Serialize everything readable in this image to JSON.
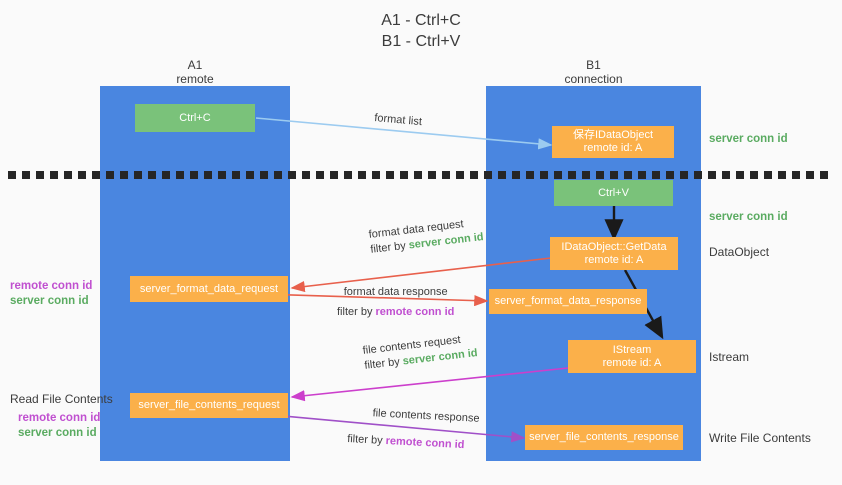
{
  "title": "A1 - Ctrl+C\nB1 - Ctrl+V",
  "lanes": [
    {
      "name": "a1",
      "header": "A1\nremote"
    },
    {
      "name": "b1",
      "header": "B1\nconnection"
    }
  ],
  "boxes": {
    "ctrl_c": {
      "line1": "Ctrl+C",
      "color": "#7ac27a"
    },
    "ctrl_v": {
      "line1": "Ctrl+V",
      "color": "#7ac27a"
    },
    "save_idataobject": {
      "line1": "保存IDataObject",
      "line2": "remote id: A",
      "color": "#fbb04a"
    },
    "getdata": {
      "line1": "IDataObject::GetData",
      "line2": "remote id: A",
      "color": "#fbb04a"
    },
    "istream": {
      "line1": "IStream",
      "line2": "remote id: A",
      "color": "#fbb04a"
    },
    "server_format_data_request": {
      "line1": "server_format_data_request",
      "color": "#fbb04a"
    },
    "server_format_data_response": {
      "line1": "server_format_data_response",
      "color": "#fbb04a"
    },
    "server_file_contents_request": {
      "line1": "server_file_contents_request",
      "color": "#fbb04a"
    },
    "server_file_contents_response": {
      "line1": "server_file_contents_response",
      "color": "#fbb04a"
    }
  },
  "right_labels": {
    "server_conn_id_top": "server conn id",
    "server_conn_id_mid": "server conn id",
    "dataobject": "DataObject",
    "istream": "Istream",
    "write_file_contents": "Write File Contents"
  },
  "left_labels": {
    "read_file_contents": "Read File Contents",
    "remote_conn_id": "remote conn id",
    "server_conn_id": "server conn id"
  },
  "flows": {
    "format_list": "format list",
    "format_data_request": "format data request",
    "format_data_request_filter_prefix": "filter by ",
    "format_data_request_filter_value": "server conn id",
    "format_data_response": "format data response",
    "format_data_response_filter_prefix": "filter by ",
    "format_data_response_filter_value": "remote conn id",
    "file_contents_request": "file contents request",
    "file_contents_request_filter_prefix": "filter by ",
    "file_contents_request_filter_value": "server conn id",
    "file_contents_response": "file contents response",
    "file_contents_response_filter_prefix": "filter by ",
    "file_contents_response_filter_value": "remote conn id"
  },
  "colors": {
    "lane": "#4a86e0",
    "green_box": "#7ac27a",
    "orange_box": "#fbb04a",
    "conn_green": "#5aab61",
    "conn_magenta": "#c050d0",
    "arrow_blue": "#9ccbf0",
    "arrow_red": "#e8604c",
    "arrow_magenta": "#cc3fcc",
    "arrow_purple": "#a050c8",
    "arrow_dark": "#1a1a1a",
    "separator": "#262626"
  }
}
